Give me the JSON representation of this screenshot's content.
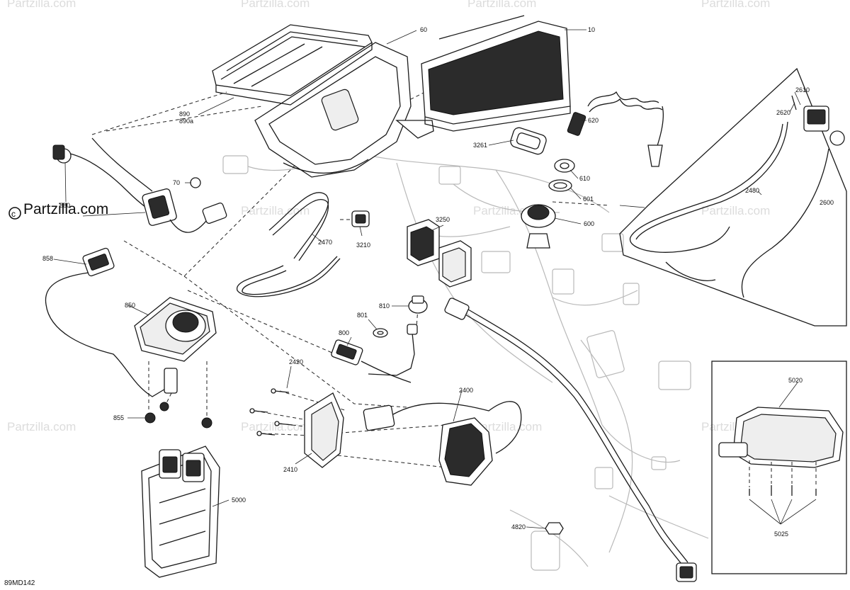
{
  "brand": "Partzilla.com",
  "watermark": "Partzilla.com",
  "diagram_ref": "89MD142",
  "callouts": [
    "10",
    "60",
    "890",
    "890a",
    "70",
    "880",
    "858",
    "850",
    "855",
    "5000",
    "620",
    "3261",
    "610",
    "601",
    "600",
    "3250",
    "3210",
    "2470",
    "810",
    "801",
    "800",
    "2420",
    "2400",
    "2410",
    "4820",
    "2610",
    "2620",
    "2480",
    "2600",
    "5020",
    "5025"
  ]
}
